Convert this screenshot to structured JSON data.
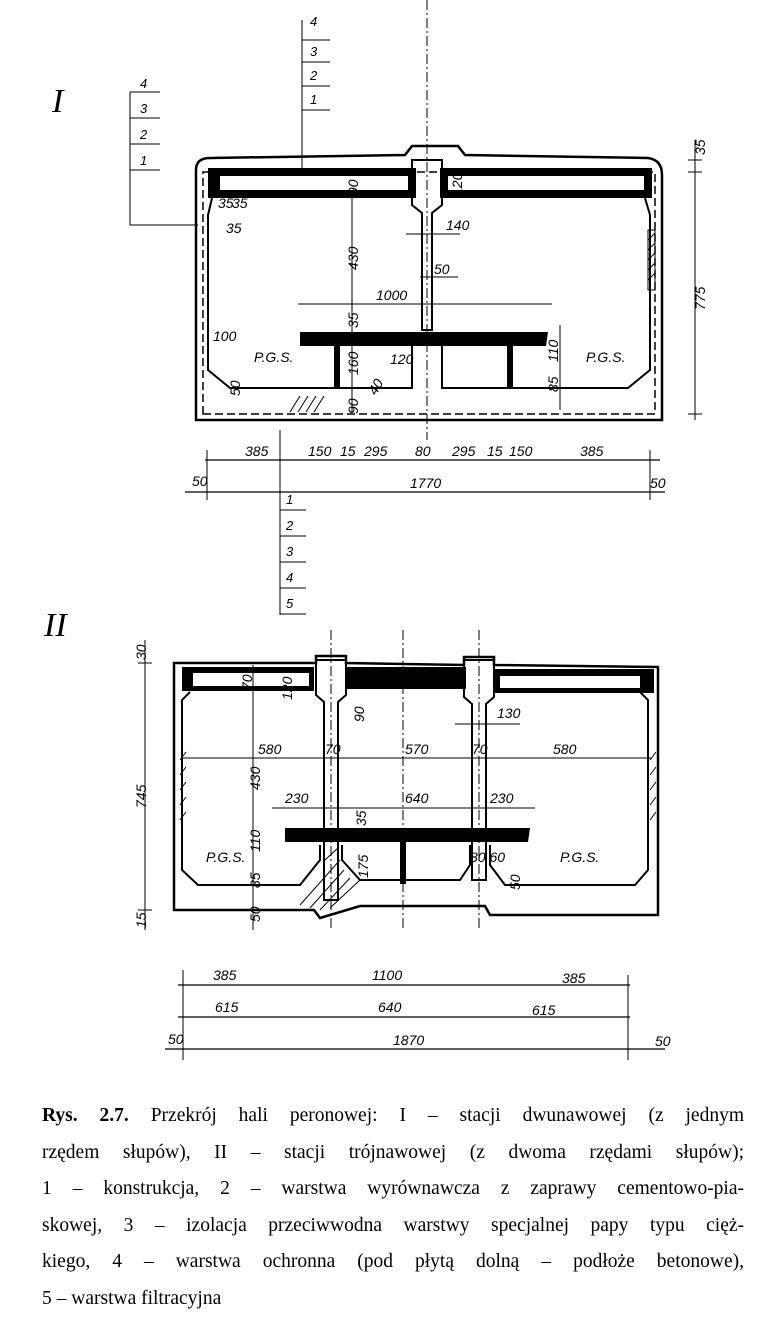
{
  "section_I": {
    "title": "I",
    "legend_left": [
      "4",
      "3",
      "2",
      "1"
    ],
    "legend_top": [
      "4",
      "3",
      "2",
      "1"
    ],
    "legend_bottom": [
      "1",
      "2",
      "3",
      "4",
      "5"
    ],
    "pgs_label": "P.G.S.",
    "dims": {
      "top_35": "35",
      "height_775": "775",
      "slab_90": "90",
      "height_430": "430",
      "beam_120": "120",
      "col_140": "140",
      "col_50": "50",
      "span_1000": "1000",
      "plat_35": "35",
      "haunch_35a": "35",
      "haunch_35b": "35",
      "haunch_35c": "35",
      "left_100": "100",
      "wall_160": "160",
      "plat_120": "120",
      "right_110": "110",
      "right_85": "85",
      "left_50": "50",
      "low_40": "40",
      "bottom_90": "90",
      "bottom_row": [
        "385",
        "150",
        "15",
        "295",
        "80",
        "295",
        "15",
        "150",
        "385"
      ],
      "total_left_50": "50",
      "total_1770": "1770",
      "total_right_50": "50"
    }
  },
  "section_II": {
    "title": "II",
    "pgs_label": "P.G.S.",
    "dims": {
      "top_30": "30",
      "height_745": "745",
      "bottom_15": "15",
      "slab_70": "70",
      "cap_120": "120",
      "cap_90": "90",
      "col_130": "130",
      "span_row": [
        "580",
        "70",
        "570",
        "70",
        "580"
      ],
      "height_430": "430",
      "plat_row": [
        "230",
        "640",
        "230"
      ],
      "plat_35": "35",
      "left_110": "110",
      "mid_175": "175",
      "right_8060": "80 60",
      "right_50": "50",
      "left_85": "85",
      "left_50": "50",
      "row1": [
        "385",
        "1100",
        "385"
      ],
      "row2": [
        "615",
        "640",
        "615"
      ],
      "total_left_50": "50",
      "total_1870": "1870",
      "total_right_50": "50"
    }
  },
  "caption": {
    "label": "Rys. 2.7.",
    "lines": [
      "Przekrój hali peronowej: I – stacji dwunawowej (z jednym",
      "rzędem słupów), II – stacji trójnawowej (z dwoma rzędami słupów);",
      "1 – konstrukcja, 2 – warstwa wyrównawcza z zaprawy cementowo-pia-",
      "skowej, 3 – izolacja przeciwwodna warstwy specjalnej papy typu cięż-",
      "kiego, 4 – warstwa ochronna (pod płytą dolną – podłoże betonowe),",
      "5 – warstwa filtracyjna"
    ]
  }
}
